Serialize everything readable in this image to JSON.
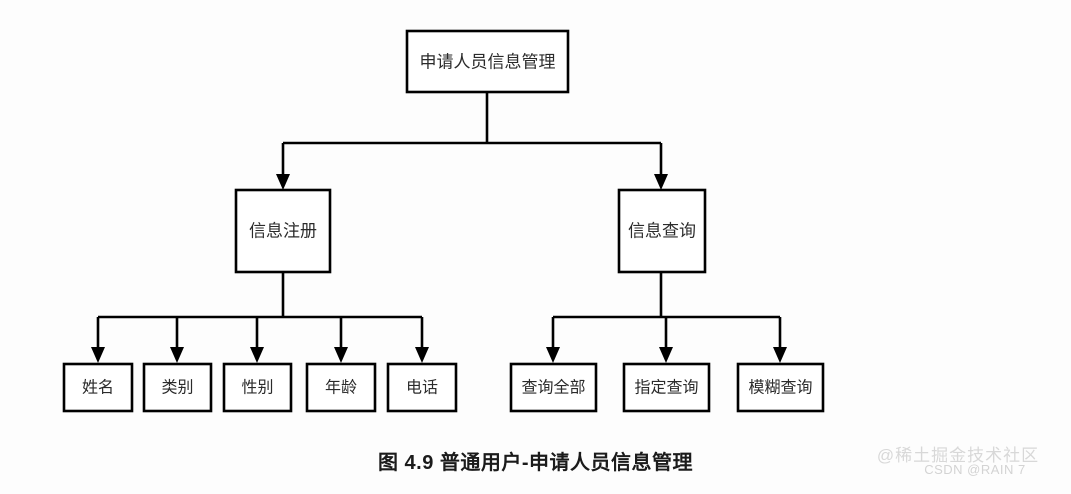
{
  "figure": {
    "caption": "图 4.9 普通用户-申请人员信息管理",
    "background_color": "#fdfdfd",
    "line_color": "#000000",
    "box_fill": "#ffffff"
  },
  "tree": {
    "root": {
      "label": "申请人员信息管理"
    },
    "branches": [
      {
        "label": "信息注册",
        "children": [
          {
            "label": "姓名"
          },
          {
            "label": "类别"
          },
          {
            "label": "性别"
          },
          {
            "label": "年龄"
          },
          {
            "label": "电话"
          }
        ]
      },
      {
        "label": "信息查询",
        "children": [
          {
            "label": "查询全部"
          },
          {
            "label": "指定查询"
          },
          {
            "label": "模糊查询"
          }
        ]
      }
    ]
  },
  "watermark": {
    "main": "@稀土掘金技术社区",
    "sub": "CSDN @RAIN 7"
  }
}
